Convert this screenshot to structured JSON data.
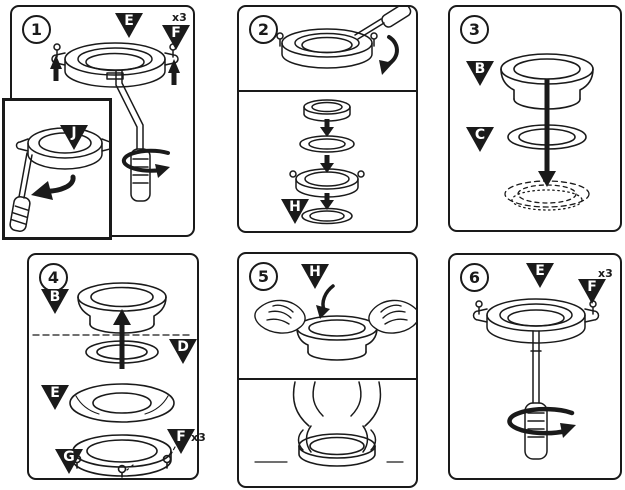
{
  "colors": {
    "ink": "#1a1a1a",
    "paper": "#ffffff",
    "label_text": "#ffffff"
  },
  "panels": [
    {
      "number": "1",
      "labels": [
        {
          "letter": "E",
          "note": ""
        },
        {
          "letter": "F",
          "note": "x3"
        },
        {
          "letter": "J",
          "note": ""
        }
      ]
    },
    {
      "number": "2",
      "labels": [
        {
          "letter": "H",
          "note": ""
        }
      ]
    },
    {
      "number": "3",
      "labels": [
        {
          "letter": "B",
          "note": ""
        },
        {
          "letter": "C",
          "note": ""
        }
      ]
    },
    {
      "number": "4",
      "labels": [
        {
          "letter": "B",
          "note": ""
        },
        {
          "letter": "D",
          "note": ""
        },
        {
          "letter": "E",
          "note": ""
        },
        {
          "letter": "F",
          "note": "x3"
        },
        {
          "letter": "G",
          "note": ""
        }
      ]
    },
    {
      "number": "5",
      "labels": [
        {
          "letter": "H",
          "note": ""
        }
      ]
    },
    {
      "number": "6",
      "labels": [
        {
          "letter": "E",
          "note": ""
        },
        {
          "letter": "F",
          "note": "x3"
        }
      ]
    }
  ]
}
